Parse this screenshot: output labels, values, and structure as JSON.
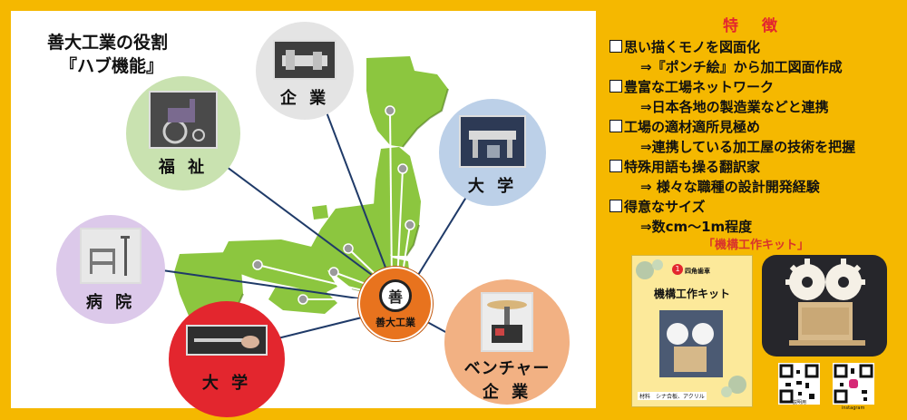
{
  "title": {
    "line1": "善大工業の役割",
    "line2": "『ハブ機能』"
  },
  "hub": {
    "logo_text": "善",
    "label": "善大工業"
  },
  "nodes": {
    "company": {
      "label": "企 業",
      "icon": "machine-part-photo"
    },
    "welfare": {
      "label": "福 祉",
      "icon": "wheelchair-photo"
    },
    "university_right": {
      "label": "大 学",
      "icon": "test-apparatus-photo"
    },
    "hospital": {
      "label": "病 院",
      "icon": "medical-cart-photo"
    },
    "university_left": {
      "label": "大 学",
      "icon": "bar-tool-photo"
    },
    "venture": {
      "label": "ベンチャー",
      "label2": "企 業",
      "icon": "rotating-table-photo"
    }
  },
  "features": {
    "heading": "特 徴",
    "items": [
      {
        "main": "思い描くモノを図面化",
        "sub": "⇒『ポンチ絵』から加工図面作成"
      },
      {
        "main": "豊富な工場ネットワーク",
        "sub": "⇒日本各地の製造業などと連携"
      },
      {
        "main": "工場の適材適所見極め",
        "sub": "⇒連携している加工屋の技術を把握"
      },
      {
        "main": "特殊用語も操る翻訳家",
        "sub": "⇒ 様々な職種の設計開発経験"
      },
      {
        "main": "得意なサイズ",
        "sub": "⇒数cm～1m程度"
      }
    ]
  },
  "kit": {
    "caption": "「機構工作キット」",
    "card_number": "1",
    "card_category": "四角歯車",
    "card_title": "機構工作キット",
    "card_material": "材料　シナ合板、アクリル",
    "qr1_label": "説明用",
    "qr2_label": "instagram"
  },
  "colors": {
    "background": "#f5b800",
    "map_green": "#8cc63f",
    "hub_orange": "#e8731e",
    "accent_red": "#e3262e",
    "line_navy": "#1f3a68"
  }
}
